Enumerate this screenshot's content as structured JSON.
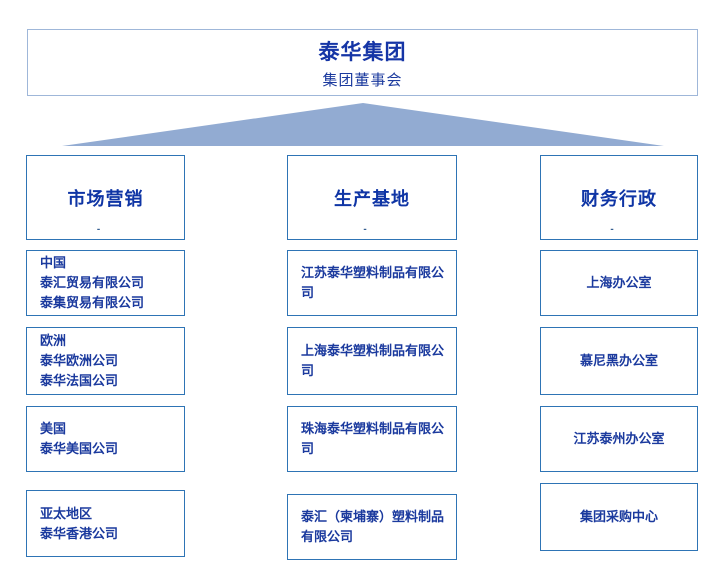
{
  "root": {
    "title": "泰华集团",
    "subtitle": "集团董事会"
  },
  "colors": {
    "title_text": "#1535a6",
    "body_text": "#1b3a9e",
    "header_text": "#0f35a5",
    "box_border": "#2e74b5",
    "root_box_border": "#9fb7d9",
    "triangle_fill": "#92abd2",
    "background": "#ffffff"
  },
  "connector": {
    "shape": "triangle"
  },
  "columns": [
    {
      "header": "市场营销",
      "mark": "-",
      "items": [
        {
          "lines": [
            "中国",
            "泰汇贸易有限公司",
            "泰集贸易有限公司"
          ]
        },
        {
          "lines": [
            "欧洲",
            "泰华欧洲公司",
            "泰华法国公司"
          ]
        },
        {
          "lines": [
            "美国",
            "泰华美国公司"
          ]
        },
        {
          "lines": [
            "亚太地区",
            "泰华香港公司"
          ]
        }
      ]
    },
    {
      "header": "生产基地",
      "mark": "-",
      "items": [
        {
          "lines": [
            "江苏泰华塑料制品有限公司"
          ]
        },
        {
          "lines": [
            "上海泰华塑料制品有限公司"
          ]
        },
        {
          "lines": [
            "珠海泰华塑料制品有限公司"
          ]
        },
        {
          "lines": [
            "泰汇（柬埔寨）塑料制品有限公司"
          ]
        }
      ]
    },
    {
      "header": "财务行政",
      "mark": "-",
      "items": [
        {
          "lines": [
            "上海办公室"
          ]
        },
        {
          "lines": [
            "慕尼黑办公室"
          ]
        },
        {
          "lines": [
            "江苏泰州办公室"
          ]
        },
        {
          "lines": [
            "集团采购中心"
          ]
        }
      ]
    }
  ]
}
